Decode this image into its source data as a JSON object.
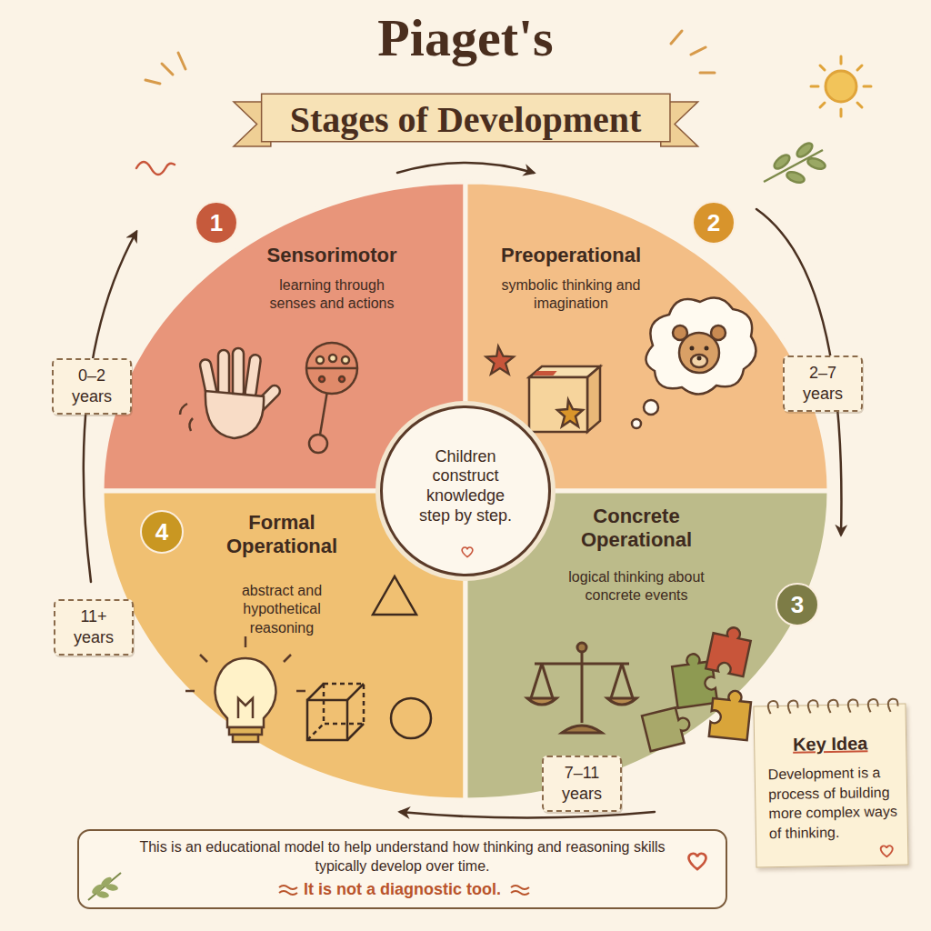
{
  "diagram": {
    "title": "Piaget's",
    "nodes": [
      {
        "text": [
          "Stages of Development"
        ]
      },
      {
        "text": [
          "Sensorimotor",
          "learning through senses and actions"
        ]
      },
      {
        "text": [
          "1"
        ],
        "in": 1
      },
      {
        "text": [
          "Preoperational",
          "symbolic thinking and imagination"
        ]
      },
      {
        "text": [
          "2"
        ],
        "in": 3
      },
      {
        "text": [
          "0–2 years"
        ]
      },
      {
        "text": [
          "Children construct knowledge step by step."
        ]
      },
      {
        "text": [
          "2–7 years"
        ]
      },
      {
        "text": [
          "Formal Operational",
          "abstract and hypothetical reasoning"
        ]
      },
      {
        "text": [
          "4"
        ],
        "in": 8
      },
      {
        "text": [
          "Concrete Operational",
          "logical thinking about concrete events"
        ]
      },
      {
        "text": [
          "3"
        ],
        "in": 10
      },
      {
        "text": [
          "11+ years"
        ]
      },
      {
        "text": [
          "7–11 years"
        ]
      },
      {
        "text": [
          "Key Idea",
          "Development is a process of building more complex ways of thinking."
        ]
      },
      {
        "text": [
          "This is an educational model to help understand how thinking and reasoning skills typically develop over time.",
          "It is not a diagnostic tool."
        ]
      }
    ],
    "edges": [
      {
        "from": 1,
        "to": 3,
        "arrow": "to"
      },
      {
        "from": 3,
        "to": 10,
        "arrow": "to"
      },
      {
        "from": 10,
        "to": 8,
        "arrow": "to"
      },
      {
        "from": 8,
        "to": 1,
        "arrow": "to"
      }
    ]
  }
}
